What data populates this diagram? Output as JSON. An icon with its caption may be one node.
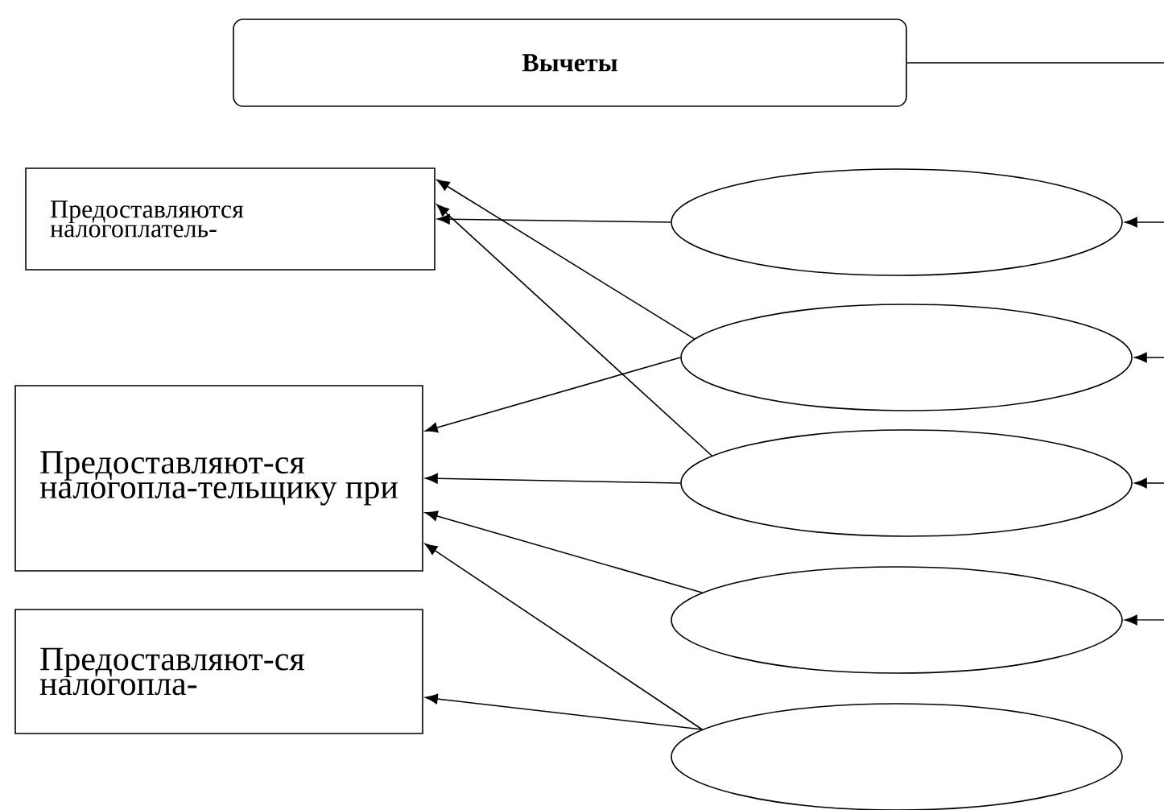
{
  "diagram": {
    "nodes": [
      {
        "text": [
          "Вычеты"
        ]
      },
      {
        "text": [
          "Предоставляются налогоплатель-"
        ]
      },
      {
        "text": [
          "Предоставляют-ся налогопла-тельщику при"
        ]
      },
      {
        "text": [
          "Предоставляют-ся налогопла-"
        ]
      },
      {
        "text": [],
        "shape": "ellipse"
      },
      {
        "text": [],
        "shape": "ellipse"
      },
      {
        "text": [],
        "shape": "ellipse"
      },
      {
        "text": [],
        "shape": "ellipse"
      },
      {
        "text": [],
        "shape": "ellipse"
      }
    ],
    "edges": [
      {
        "from": 0,
        "to": null,
        "arrow": "none"
      },
      {
        "from": null,
        "to": 4,
        "arrow": "to"
      },
      {
        "from": null,
        "to": 5,
        "arrow": "to"
      },
      {
        "from": null,
        "to": 6,
        "arrow": "to"
      },
      {
        "from": null,
        "to": 7,
        "arrow": "to"
      },
      {
        "from": 4,
        "to": 1,
        "arrow": "to"
      },
      {
        "from": 5,
        "to": 1,
        "arrow": "to"
      },
      {
        "from": 5,
        "to": 2,
        "arrow": "to"
      },
      {
        "from": 6,
        "to": 1,
        "arrow": "to"
      },
      {
        "from": 6,
        "to": 2,
        "arrow": "to"
      },
      {
        "from": 7,
        "to": 2,
        "arrow": "to"
      },
      {
        "from": 8,
        "to": 2,
        "arrow": "to"
      },
      {
        "from": 8,
        "to": 3,
        "arrow": "to"
      }
    ]
  }
}
